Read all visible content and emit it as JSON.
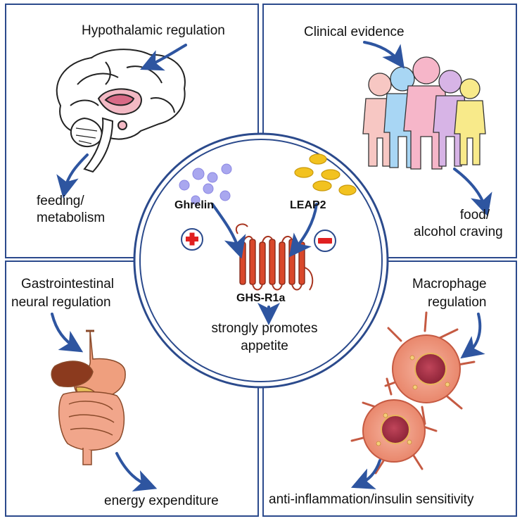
{
  "panels": {
    "top_left": {
      "title": "Hypothalamic regulation",
      "outcome_line1": "feeding/",
      "outcome_line2": "metabolism"
    },
    "top_right": {
      "title": "Clinical evidence",
      "outcome_line1": "food/",
      "outcome_line2": "alcohol craving"
    },
    "bottom_left": {
      "title_line1": "Gastrointestinal",
      "title_line2": "neural regulation",
      "outcome": "energy expenditure"
    },
    "bottom_right": {
      "title_line1": "Macrophage",
      "title_line2": "regulation",
      "outcome": "anti-inflammation/insulin sensitivity"
    }
  },
  "center": {
    "agonist": "Ghrelin",
    "antagonist": "LEAP2",
    "receptor": "GHS-R1a",
    "effect_line1": "strongly promotes",
    "effect_line2": "appetite",
    "agonist_sign": "+",
    "antagonist_sign": "−"
  },
  "colors": {
    "frame": "#2b4a8c",
    "arrow": "#2e55a0",
    "ghrelin": "#a9a7ef",
    "leap2": "#f2c21f",
    "receptor": "#d9482b",
    "plus": "#e02020",
    "minus": "#e02020"
  }
}
